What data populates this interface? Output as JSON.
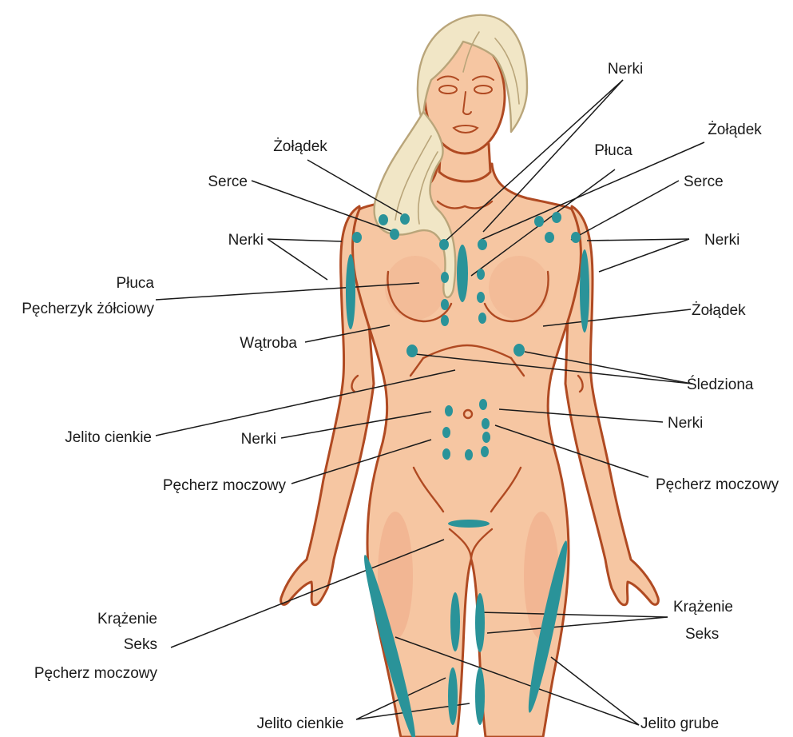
{
  "colors": {
    "skin": "#f6c6a2",
    "skin_shade": "#eea987",
    "outline": "#b04a22",
    "hair": "#f1e6c6",
    "hair_line": "#b9a57a",
    "point": "#2a9399",
    "leader": "#1a1a1a"
  },
  "figure": {
    "icon": "female-body-figure"
  },
  "labels": {
    "left": {
      "zoladek": "Żołądek",
      "serce": "Serce",
      "nerki_shoulder": "Nerki",
      "pluca": "Płuca",
      "pecherzyk": "Pęcherzyk żółciowy",
      "watroba": "Wątroba",
      "jelito_cienkie": "Jelito cienkie",
      "nerki_belly": "Nerki",
      "pecherz": "Pęcherz moczowy",
      "krazenie": "Krążenie",
      "seks": "Seks",
      "pecherz_thigh": "Pęcherz moczowy",
      "jelito_cienkie_bottom": "Jelito cienkie"
    },
    "right": {
      "nerki_top": "Nerki",
      "pluca": "Płuca",
      "zoladek_top": "Żołądek",
      "serce": "Serce",
      "nerki_shoulder": "Nerki",
      "zoladek_mid": "Żołądek",
      "sledziona": "Śledziona",
      "nerki_belly": "Nerki",
      "pecherz": "Pęcherz moczowy",
      "krazenie": "Krążenie",
      "seks": "Seks",
      "jelito_grube": "Jelito grube"
    }
  }
}
